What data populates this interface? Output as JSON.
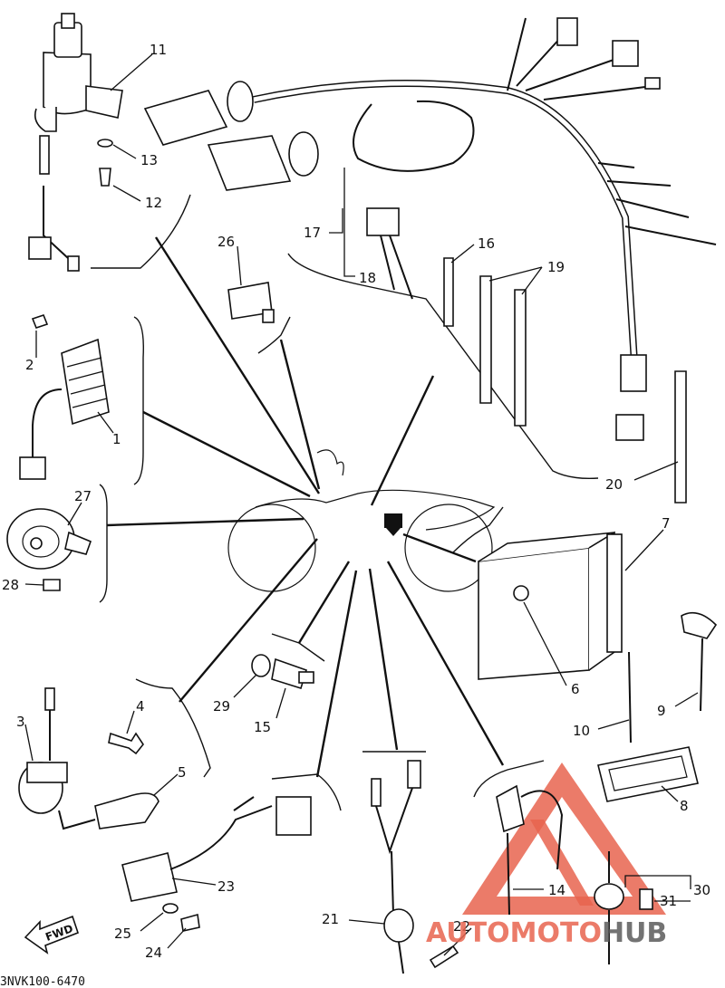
{
  "diagram": {
    "part_code": "3NVK100-6470",
    "fwd_label": "FWD",
    "watermark": {
      "part1": "AUTOMOTO",
      "part2": "HUB",
      "color": "#e7644f"
    },
    "callouts": {
      "c1": "1",
      "c2": "2",
      "c3": "3",
      "c4": "4",
      "c5": "5",
      "c6": "6",
      "c7": "7",
      "c8": "8",
      "c9": "9",
      "c10": "10",
      "c11": "11",
      "c12": "12",
      "c13": "13",
      "c14": "14",
      "c15": "15",
      "c16": "16",
      "c17": "17",
      "c18": "18",
      "c19": "19",
      "c20": "20",
      "c21": "21",
      "c22": "22",
      "c23": "23",
      "c24": "24",
      "c25": "25",
      "c26": "26",
      "c27": "27",
      "c28": "28",
      "c29": "29",
      "c30": "30",
      "c31": "31"
    },
    "icons": {
      "main_switch": "main-switch-icon",
      "rectifier": "rectifier-regulator-icon",
      "horn": "horn-icon",
      "relay": "relay-icon",
      "harness": "wire-harness-icon",
      "battery": "battery-icon",
      "ignition_coil": "ignition-coil-icon",
      "cdi": "cdi-unit-icon",
      "neutral_switch": "neutral-switch-icon",
      "brake_switch": "brake-light-switch-icon",
      "fuse_holder": "fuse-holder-icon"
    }
  }
}
